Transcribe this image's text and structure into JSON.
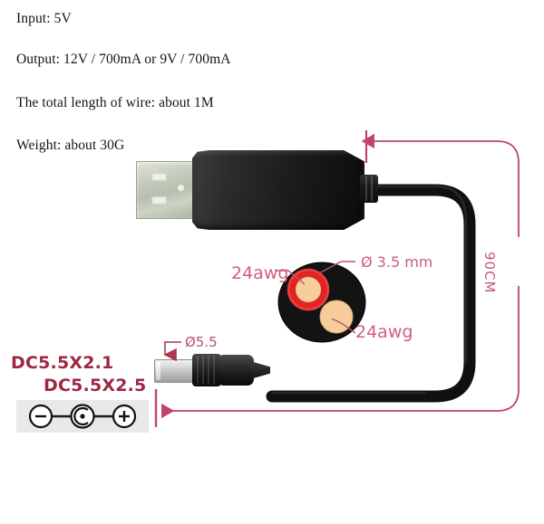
{
  "specs": {
    "line1": "Input: 5V",
    "line2": "Output: 12V / 700mA or 9V / 700mA",
    "line3": "The total length of wire: about 1M",
    "line4": "Weight: about 30G"
  },
  "annotations": {
    "awg_top": "24awg",
    "awg_bottom": "24awg",
    "outer_diameter": "Ø 3.5 mm",
    "plug_diameter": "Ø5.5",
    "total_length": "90CM"
  },
  "connector": {
    "spec_line1": "DC5.5X2.1",
    "spec_line2": "DC5.5X2.5",
    "polarity": {
      "left_symbol": "−",
      "center_symbol": "center-pin",
      "right_symbol": "+"
    }
  },
  "colors": {
    "annotation_pink": "#d35d7a",
    "dc_spec_maroon": "#9e2842",
    "cable_black": "#111111",
    "conductor_red": "#e02424",
    "conductor_copper": "#f2c38d",
    "usb_metal": "#c7cdbe"
  },
  "cross_section": {
    "jacket_color": "#141414",
    "conductors": [
      {
        "label": "24awg",
        "insulation": "#e02424",
        "core": "#f5cb99"
      },
      {
        "label": "24awg",
        "insulation": "none",
        "core": "#f5cb99"
      }
    ]
  }
}
